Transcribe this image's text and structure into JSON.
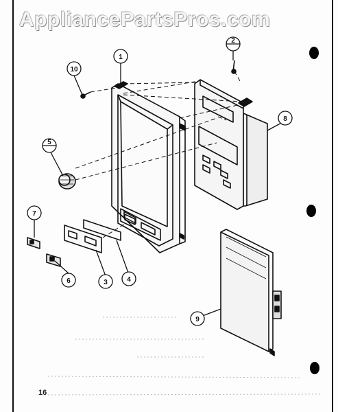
{
  "watermark": "AppliancePartsPros.com",
  "page_number": "16",
  "callouts": [
    "1",
    "2",
    "3",
    "4",
    "5",
    "6",
    "7",
    "8",
    "9",
    "10"
  ]
}
